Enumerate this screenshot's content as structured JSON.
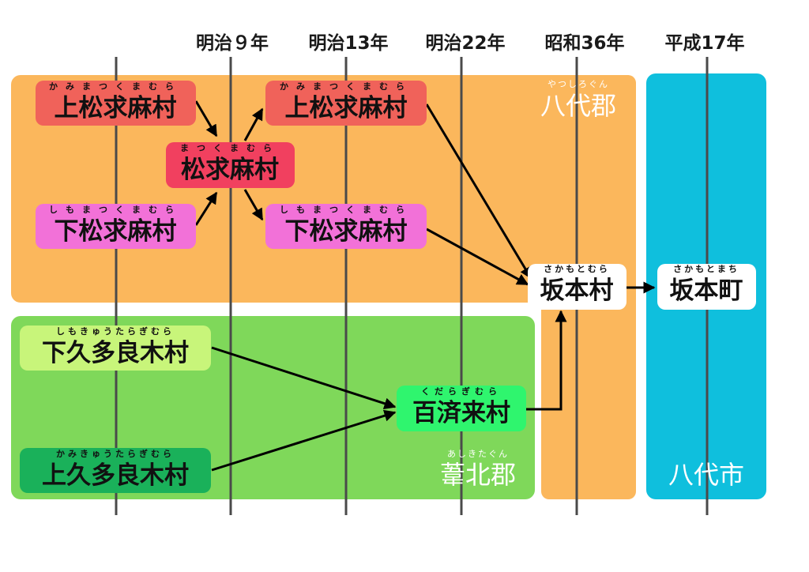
{
  "eras": [
    "明治９年",
    "明治13年",
    "明治22年",
    "昭和36年",
    "平成17年"
  ],
  "regions": {
    "yatsushiro_gun": {
      "label": "八代郡",
      "reading": "やつしろぐん",
      "color": "#fbb75c"
    },
    "ashikita_gun": {
      "label": "葦北郡",
      "reading": "あしきたぐん",
      "color": "#7fd85a"
    },
    "yatsushiro_shi": {
      "label": "八代市",
      "color": "#0fbfdd"
    }
  },
  "nodes": {
    "kami_matsukuma_1": {
      "label": "上松求麻村",
      "reading": "かみまつくまむら",
      "color": "#f0625a"
    },
    "shimo_matsukuma_1": {
      "label": "下松求麻村",
      "reading": "しもまつくまむら",
      "color": "#f271d8"
    },
    "matsukuma": {
      "label": "松求麻村",
      "reading": "まつくまむら",
      "color": "#f1405f"
    },
    "kami_matsukuma_2": {
      "label": "上松求麻村",
      "reading": "かみまつくまむら",
      "color": "#f0625a"
    },
    "shimo_matsukuma_2": {
      "label": "下松求麻村",
      "reading": "しもまつくまむら",
      "color": "#f271d8"
    },
    "sakamoto_mura": {
      "label": "坂本村",
      "reading": "さかもとむら",
      "color": "#ffffff"
    },
    "sakamoto_machi": {
      "label": "坂本町",
      "reading": "さかもとまち",
      "color": "#ffffff"
    },
    "shimo_kutaragi": {
      "label": "下久多良木村",
      "reading": "しもきゅうたらぎむら",
      "color": "#c8f57a"
    },
    "kami_kutaragi": {
      "label": "上久多良木村",
      "reading": "かみきゅうたらぎむら",
      "color": "#1ab15a"
    },
    "kudara": {
      "label": "百済来村",
      "reading": "くだらぎむら",
      "color": "#2ff56e"
    }
  }
}
